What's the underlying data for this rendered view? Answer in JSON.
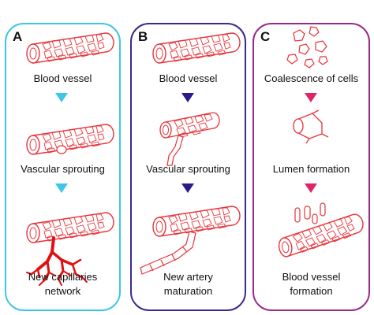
{
  "panels": [
    {
      "letter": "A",
      "color": "#3ec6e6",
      "stage1": "Blood vessel",
      "stage2": "Vascular sprouting",
      "stage3_line1": "New capillaries",
      "stage3_line2": "network"
    },
    {
      "letter": "B",
      "color": "#3a2a8c",
      "stage1": "Blood vessel",
      "stage2": "Vascular sprouting",
      "stage3_line1": "New artery",
      "stage3_line2": "maturation"
    },
    {
      "letter": "C",
      "color": "#9a2a8a",
      "stage1": "Coalescence of cells",
      "stage2": "Lumen formation",
      "stage3_line1": "Blood vessel",
      "stage3_line2": "formation"
    }
  ],
  "colors": {
    "vessel_outline": "#e8333a",
    "capillaries": "#e01010",
    "arrow_a": "#3ec6e6",
    "arrow_b": "#2a1a8c",
    "arrow_c": "#e0246a"
  }
}
